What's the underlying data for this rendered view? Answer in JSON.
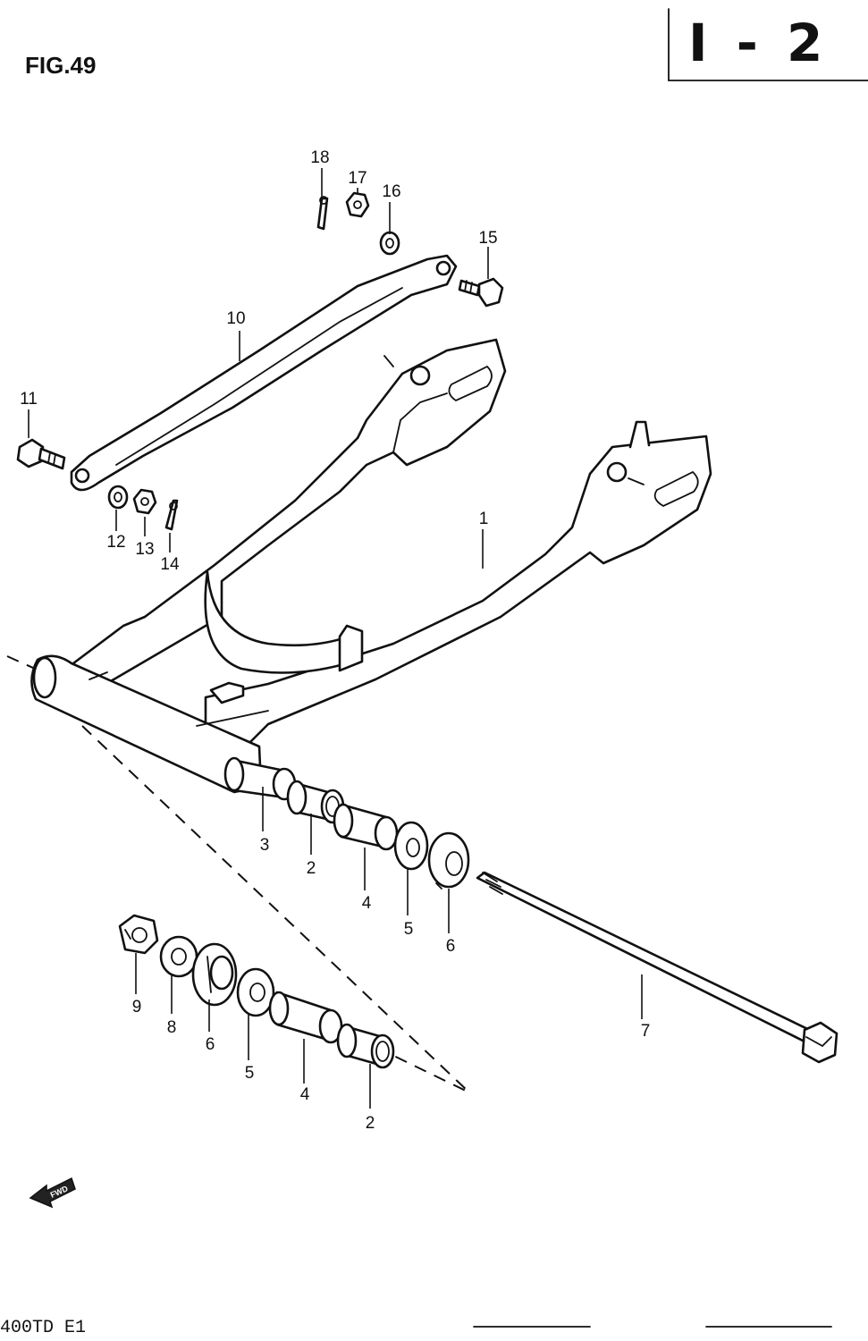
{
  "figure": {
    "label": "FIG.49"
  },
  "section": {
    "label": "I - 2"
  },
  "footer": {
    "model_code": "400TD E1",
    "front_arrow": "FWD"
  },
  "callouts": [
    {
      "id": "1",
      "text": "1"
    },
    {
      "id": "2a",
      "text": "2"
    },
    {
      "id": "2b",
      "text": "2"
    },
    {
      "id": "3",
      "text": "3"
    },
    {
      "id": "4a",
      "text": "4"
    },
    {
      "id": "4b",
      "text": "4"
    },
    {
      "id": "5a",
      "text": "5"
    },
    {
      "id": "5b",
      "text": "5"
    },
    {
      "id": "6a",
      "text": "6"
    },
    {
      "id": "6b",
      "text": "6"
    },
    {
      "id": "7",
      "text": "7"
    },
    {
      "id": "8",
      "text": "8"
    },
    {
      "id": "9",
      "text": "9"
    },
    {
      "id": "10",
      "text": "10"
    },
    {
      "id": "11",
      "text": "11"
    },
    {
      "id": "12",
      "text": "12"
    },
    {
      "id": "13",
      "text": "13"
    },
    {
      "id": "14",
      "text": "14"
    },
    {
      "id": "15",
      "text": "15"
    },
    {
      "id": "16",
      "text": "16"
    },
    {
      "id": "17",
      "text": "17"
    },
    {
      "id": "18",
      "text": "18"
    }
  ]
}
